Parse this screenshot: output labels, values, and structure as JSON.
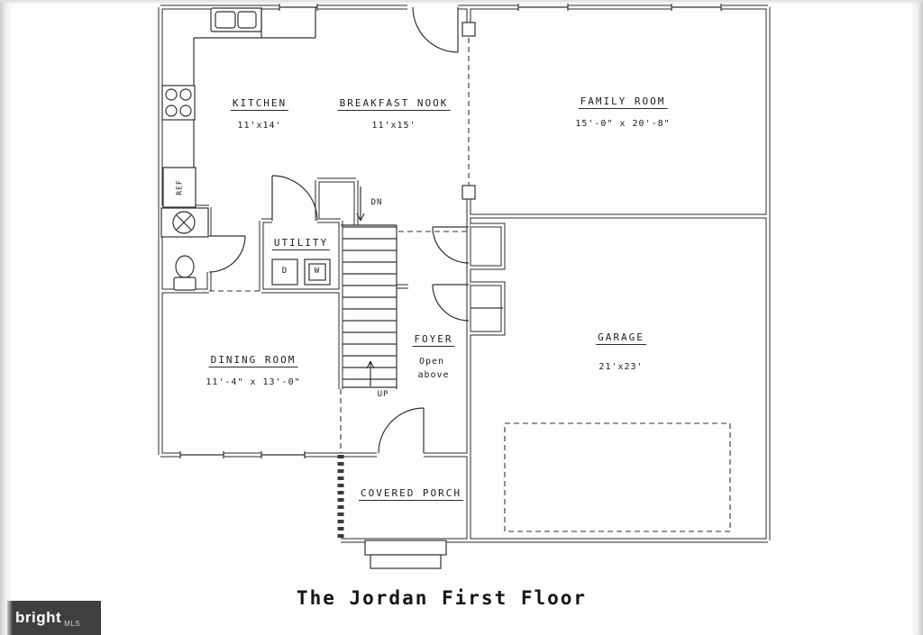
{
  "plan": {
    "title": "The Jordan First Floor",
    "rooms": {
      "kitchen": {
        "label": "KITCHEN",
        "dims": "11'x14'"
      },
      "breakfast_nook": {
        "label": "BREAKFAST NOOK",
        "dims": "11'x15'"
      },
      "family_room": {
        "label": "FAMILY ROOM",
        "dims": "15'-0\" x 20'-8\""
      },
      "utility": {
        "label": "UTILITY",
        "dryer": "D",
        "washer": "W"
      },
      "foyer": {
        "label": "FOYER",
        "note_line1": "Open",
        "note_line2": "above"
      },
      "garage": {
        "label": "GARAGE",
        "dims": "21'x23'"
      },
      "dining_room": {
        "label": "DINING ROOM",
        "dims": "11'-4\" x 13'-0\""
      },
      "covered_porch": {
        "label": "COVERED PORCH"
      }
    },
    "stairs": {
      "down": "DN",
      "up": "UP"
    },
    "appliances": {
      "refrigerator": "REF"
    }
  },
  "watermark": {
    "brand": "bright",
    "suffix": "MLS"
  },
  "colors": {
    "line": "#2d2d2d",
    "background": "#fdfdfd",
    "watermark_bg": "#3f3f3f"
  }
}
